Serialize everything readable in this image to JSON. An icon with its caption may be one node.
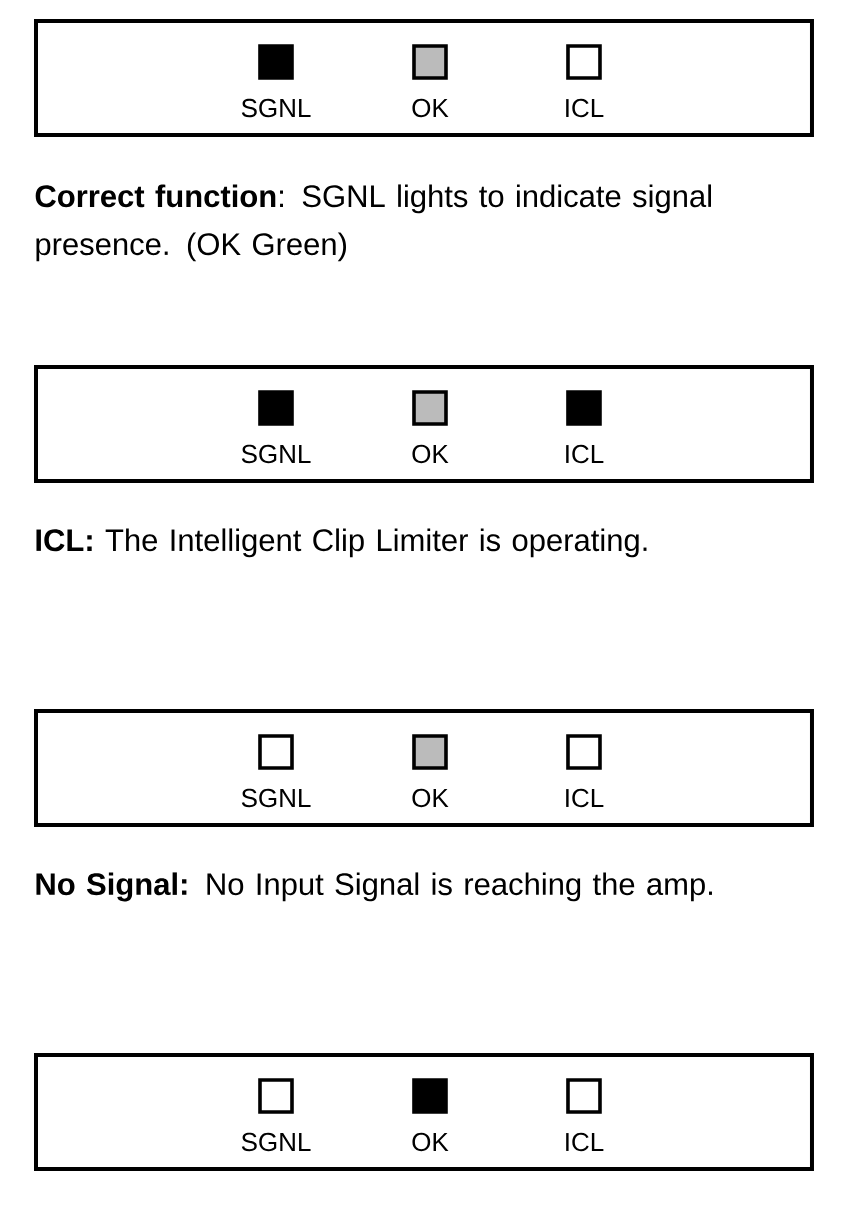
{
  "diagram": {
    "nodes": [
      {
        "text": [],
        "shape": "box"
      },
      {
        "text": [
          "SGNL"
        ],
        "in": 0
      },
      {
        "text": [
          "OK"
        ],
        "in": 0
      },
      {
        "text": [
          "ICL"
        ],
        "in": 0
      },
      {
        "text": [],
        "shape": "box"
      },
      {
        "text": [
          "SGNL"
        ],
        "in": 4
      },
      {
        "text": [
          "OK"
        ],
        "in": 4
      },
      {
        "text": [
          "ICL"
        ],
        "in": 4
      },
      {
        "text": [],
        "shape": "box"
      },
      {
        "text": [
          "SGNL"
        ],
        "in": 8
      },
      {
        "text": [
          "OK"
        ],
        "in": 8
      },
      {
        "text": [
          "ICL"
        ],
        "in": 8
      },
      {
        "text": [],
        "shape": "box"
      },
      {
        "text": [
          "SGNL"
        ],
        "in": 12
      },
      {
        "text": [
          "OK"
        ],
        "in": 12
      },
      {
        "text": [
          "ICL"
        ],
        "in": 12
      }
    ],
    "labels": [
      "**Correct function**: SGNL lights to indicate signal presence. (OK Green)",
      "**ICL:** The Intelligent Clip Limiter is operating.",
      "**No Signal:** No Input Signal is reaching the amp."
    ]
  }
}
